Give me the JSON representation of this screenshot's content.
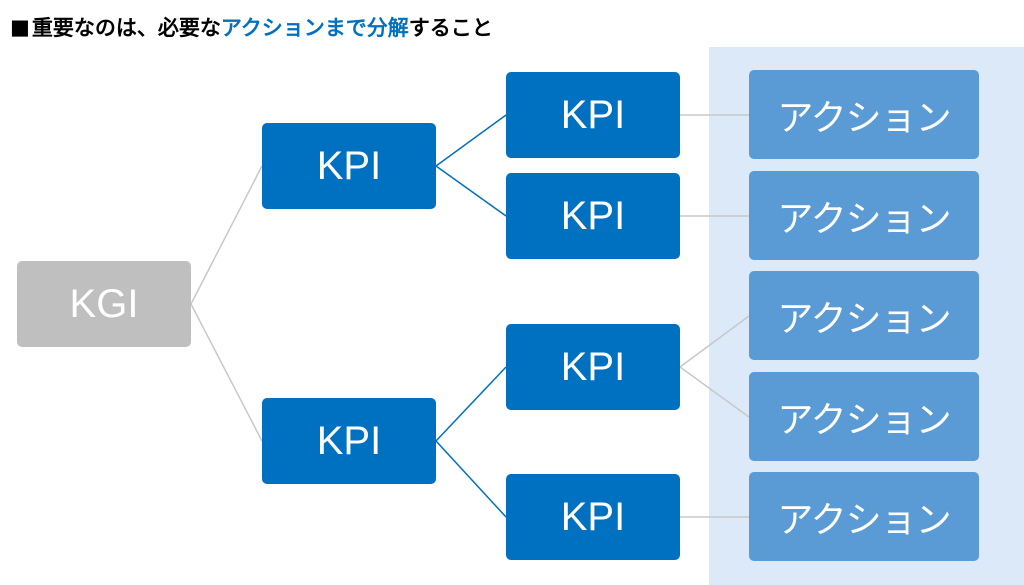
{
  "heading": {
    "square": "■",
    "part1": "重要なのは、必要な",
    "accent": "アクションまで分解",
    "part2": "すること"
  },
  "tree": {
    "root": "KGI",
    "level1": [
      "KPI",
      "KPI"
    ],
    "level2": [
      "KPI",
      "KPI",
      "KPI",
      "KPI"
    ],
    "actions": [
      "アクション",
      "アクション",
      "アクション",
      "アクション",
      "アクション"
    ]
  },
  "colors": {
    "kgi": "#bfbfbf",
    "kpi": "#0070c0",
    "action": "#5b9bd5",
    "action_panel": "#dbe9f9",
    "accent_text": "#0070c0",
    "gray_line": "#c8c8c8",
    "blue_line": "#0070c0"
  }
}
